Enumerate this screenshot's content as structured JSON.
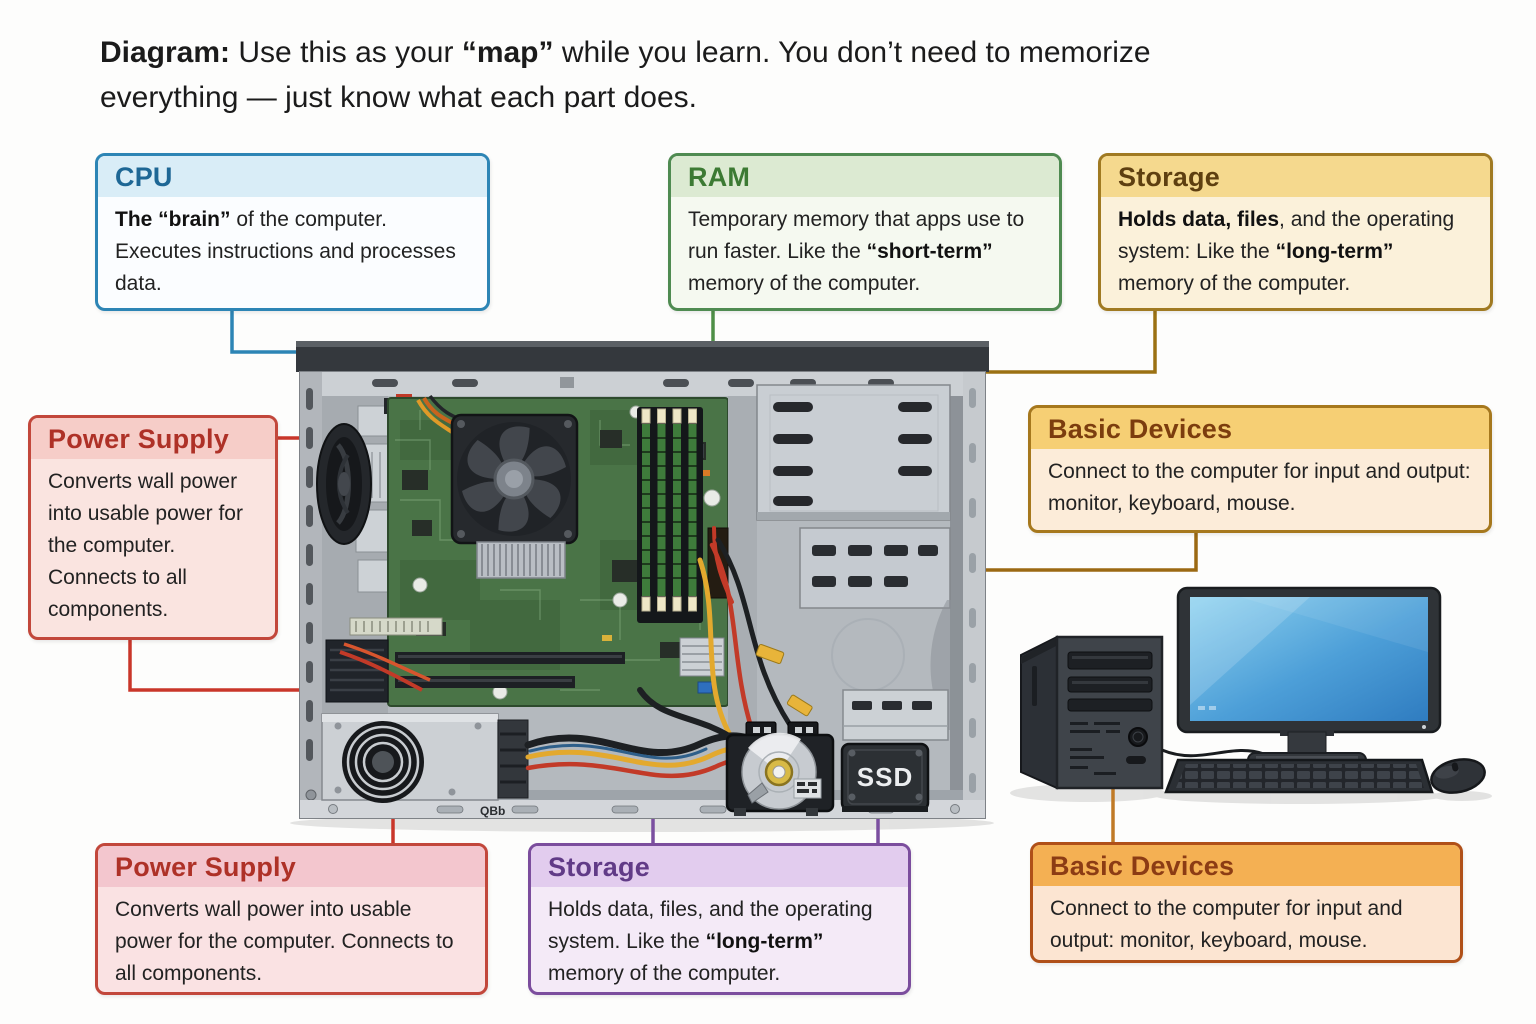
{
  "title": {
    "lead": "Diagram:",
    "part2": " Use this as your ",
    "part3": "“map”",
    "part4": " while you learn. You don’t need to memorize everything — just know what each part does."
  },
  "callouts": {
    "cpu": {
      "title": "CPU",
      "b1": "The “brain”",
      "r1": " of the computer. Executes instructions and processes data."
    },
    "ram": {
      "title": "RAM",
      "r1": "Temporary memory that apps use to run faster. Like the ",
      "b1": "“short-term”",
      "r2": " memory of the computer."
    },
    "storage_top": {
      "title": "Storage",
      "b1": "Holds data, files",
      "r1": ", and the operating system: Like the ",
      "b2": "“long-term”",
      "r2": " memory of the computer."
    },
    "power_left": {
      "title": "Power Supply",
      "r1": "Converts wall power into usable power for the computer. Connects to all components."
    },
    "basic_mid": {
      "title": "Basic Devices",
      "r1": "Connect to the computer for input and output: monitor, keyboard, mouse."
    },
    "power_bottom": {
      "title": "Power Supply",
      "r1": "Converts wall power into usable power for the computer. Connects to all components."
    },
    "storage_bottom": {
      "title": "Storage",
      "r1": "Holds data, files, and the operating system. Like the ",
      "b1": "“long-term”",
      "r2": " memory of the computer."
    },
    "basic_bottom": {
      "title": "Basic Devices",
      "r1": "Connect to the computer for input and output: monitor, keyboard, mouse."
    }
  },
  "illustration": {
    "ssd_label": "SSD",
    "case_marking": "QBb"
  },
  "colors": {
    "cpu_blue": "#2d85b5",
    "ram_green": "#4e8f46",
    "storage_gold": "#9b7113",
    "power_red": "#c9362a",
    "devices_gold": "#9b6913",
    "storage_purple": "#7b4fa0",
    "devices_orange": "#c07a26"
  }
}
